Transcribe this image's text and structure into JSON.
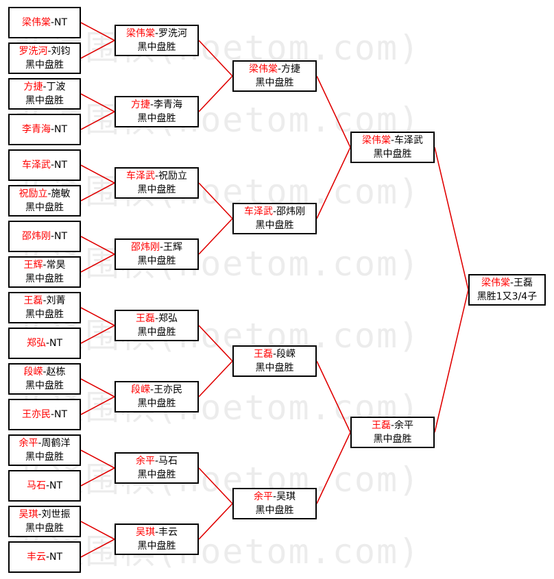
{
  "watermark": "弘通围棋(hoetom.com)",
  "colors": {
    "winner": "#ff0000",
    "line": "#e00000",
    "border": "#000000"
  },
  "round1": [
    {
      "winner": "梁伟棠",
      "loser": "NT",
      "result": ""
    },
    {
      "winner": "罗洗河",
      "loser": "刘钧",
      "result": "黑中盘胜"
    },
    {
      "winner": "方捷",
      "loser": "丁波",
      "result": "黑中盘胜"
    },
    {
      "winner": "李青海",
      "loser": "NT",
      "result": ""
    },
    {
      "winner": "车泽武",
      "loser": "NT",
      "result": ""
    },
    {
      "winner": "祝励立",
      "loser": "施敏",
      "result": "黑中盘胜"
    },
    {
      "winner": "邵炜刚",
      "loser": "NT",
      "result": ""
    },
    {
      "winner": "王辉",
      "loser": "常昊",
      "result": "黑中盘胜"
    },
    {
      "winner": "王磊",
      "loser": "刘菁",
      "result": "黑中盘胜"
    },
    {
      "winner": "郑弘",
      "loser": "NT",
      "result": ""
    },
    {
      "winner": "段嵘",
      "loser": "赵栋",
      "result": "黑中盘胜"
    },
    {
      "winner": "王亦民",
      "loser": "NT",
      "result": ""
    },
    {
      "winner": "余平",
      "loser": "周鹤洋",
      "result": "黑中盘胜"
    },
    {
      "winner": "马石",
      "loser": "NT",
      "result": ""
    },
    {
      "winner": "吴琪",
      "loser": "刘世振",
      "result": "黑中盘胜"
    },
    {
      "winner": "丰云",
      "loser": "NT",
      "result": ""
    }
  ],
  "round2": [
    {
      "winner": "梁伟棠",
      "loser": "罗洗河",
      "result": "黑中盘胜"
    },
    {
      "winner": "方捷",
      "loser": "李青海",
      "result": "黑中盘胜"
    },
    {
      "winner": "车泽武",
      "loser": "祝励立",
      "result": "黑中盘胜"
    },
    {
      "winner": "邵炜刚",
      "loser": "王辉",
      "result": "黑中盘胜"
    },
    {
      "winner": "王磊",
      "loser": "郑弘",
      "result": "黑中盘胜"
    },
    {
      "winner": "段嵘",
      "loser": "王亦民",
      "result": "黑中盘胜"
    },
    {
      "winner": "余平",
      "loser": "马石",
      "result": "黑中盘胜"
    },
    {
      "winner": "吴琪",
      "loser": "丰云",
      "result": "黑中盘胜"
    }
  ],
  "round3": [
    {
      "winner": "梁伟棠",
      "loser": "方捷",
      "result": "黑中盘胜"
    },
    {
      "winner": "车泽武",
      "loser": "邵炜刚",
      "result": "黑中盘胜"
    },
    {
      "winner": "王磊",
      "loser": "段嵘",
      "result": "黑中盘胜"
    },
    {
      "winner": "余平",
      "loser": "吴琪",
      "result": "黑中盘胜"
    }
  ],
  "round4": [
    {
      "winner": "梁伟棠",
      "loser": "车泽武",
      "result": "黑中盘胜"
    },
    {
      "winner": "王磊",
      "loser": "余平",
      "result": "黑中盘胜"
    }
  ],
  "final": [
    {
      "winner": "梁伟棠",
      "loser": "王磊",
      "result": "黑胜1又3/4子"
    }
  ]
}
